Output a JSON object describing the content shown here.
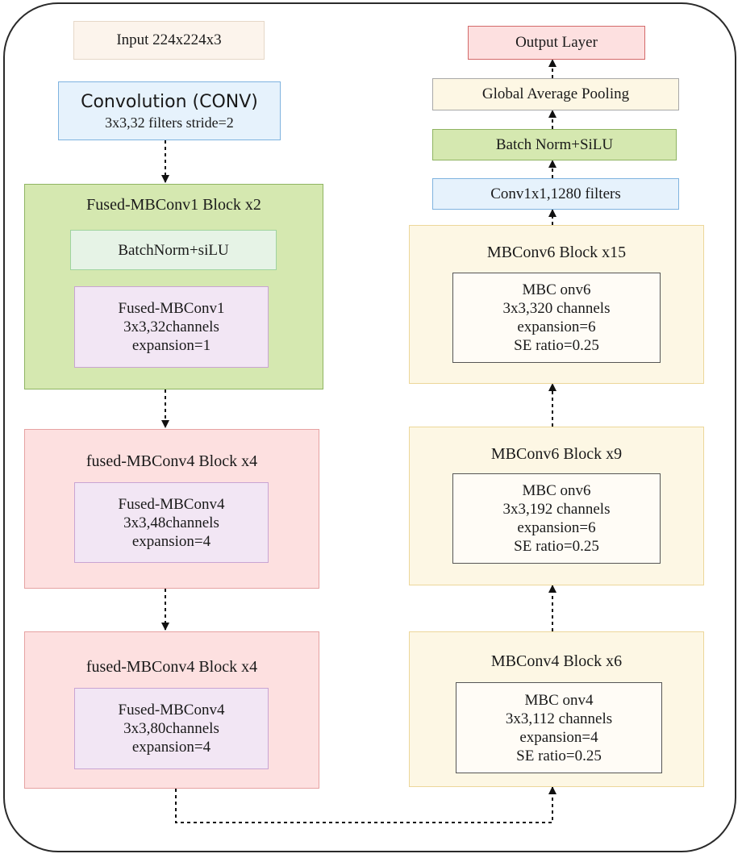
{
  "colors": {
    "input_bg": "#fcf4ec",
    "input_border": "#e6d8c8",
    "conv_bg": "#e6f2fc",
    "conv_border": "#7fb3df",
    "green_bg": "#d5e8b0",
    "green_border": "#8fb462",
    "bn_bg": "#e6f3e6",
    "bn_border": "#9fd39f",
    "purple_bg": "#f2e6f4",
    "purple_border": "#c9a4d3",
    "pink_bg": "#fde0e0",
    "pink_border": "#e6a2a2",
    "yellow_bg": "#fdf7e4",
    "yellow_border": "#ecd79a",
    "output_bg": "#fde0e0",
    "output_border": "#d36a6a"
  },
  "left": {
    "input": "Input 224x224x3",
    "conv": {
      "title": "Convolution (CONV)",
      "detail": "3x3,32 filters stride=2"
    },
    "block1": {
      "title": "Fused-MBConv1 Block x2",
      "norm": "BatchNorm+siLU",
      "inner": [
        "Fused-MBConv1",
        "3x3,32channels",
        "expansion=1"
      ]
    },
    "block2": {
      "title": "fused-MBConv4 Block x4",
      "inner": [
        "Fused-MBConv4",
        "3x3,48channels",
        "expansion=4"
      ]
    },
    "block3": {
      "title": "fused-MBConv4 Block x4",
      "inner": [
        "Fused-MBConv4",
        "3x3,80channels",
        "expansion=4"
      ]
    }
  },
  "right": {
    "output": "Output Layer",
    "gap": "Global Average Pooling",
    "bn": "Batch Norm+SiLU",
    "conv1x1": "Conv1x1,1280 filters",
    "block15": {
      "title": "MBConv6 Block x15",
      "inner": [
        "MBC onv6",
        "3x3,320 channels",
        "expansion=6",
        "SE ratio=0.25"
      ]
    },
    "block9": {
      "title": "MBConv6 Block x9",
      "inner": [
        "MBC onv6",
        "3x3,192 channels",
        "expansion=6",
        "SE ratio=0.25"
      ]
    },
    "block6": {
      "title": "MBConv4 Block x6",
      "inner": [
        "MBC onv4",
        "3x3,112 channels",
        "expansion=4",
        "SE ratio=0.25"
      ]
    }
  }
}
